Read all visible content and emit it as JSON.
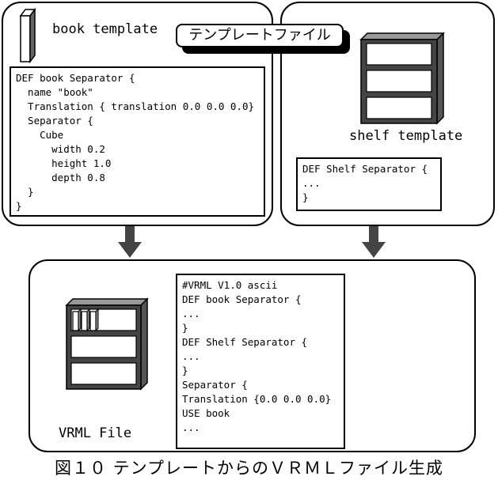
{
  "callout": {
    "text": "テンプレートファイル"
  },
  "book_template": {
    "label": "book template",
    "code": "DEF book Separator {\n  name \"book\"\n  Translation { translation 0.0 0.0 0.0}\n  Separator {\n    Cube\n      width 0.2\n      height 1.0\n      depth 0.8\n  }\n}"
  },
  "shelf_template": {
    "label": "shelf template",
    "code": "DEF Shelf Separator {\n...\n}"
  },
  "vrml_file": {
    "label": "VRML File",
    "code": "#VRML V1.0 ascii\nDEF book Separator {\n...\n}\nDEF Shelf Separator {\n...\n}\nSeparator {\nTranslation {0.0 0.0 0.0}\nUSE book\n..."
  },
  "caption": "図１０ テンプレートからのＶＲＭＬファイル生成",
  "colors": {
    "line": "#000000",
    "shade": "#555555",
    "light": "#e8e8e8"
  }
}
